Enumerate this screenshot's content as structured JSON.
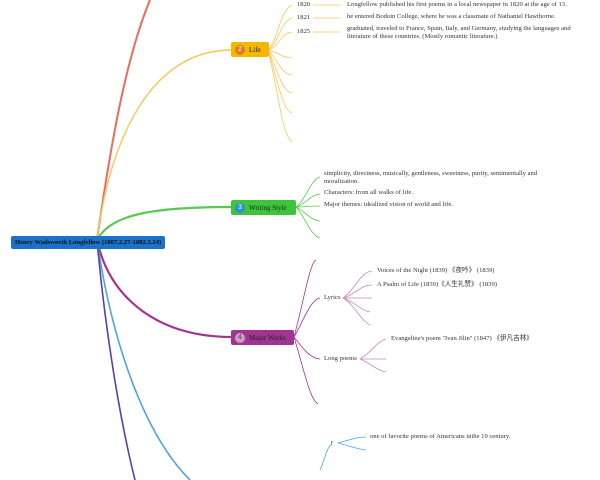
{
  "root": {
    "label": "Henry Wadsworth Longfellow (1807.2.27-1882.3.24)",
    "color": "#1a73c9"
  },
  "branches": {
    "life": {
      "label": "Life",
      "number": "2",
      "color": "#f5b800",
      "line": "#f7c65a"
    },
    "writing": {
      "label": "Writing Style",
      "number": "3",
      "color": "#3ec43a",
      "line": "#57c94e"
    },
    "works": {
      "label": "Major Works",
      "number": "4",
      "color": "#a0358f",
      "line": "#a0358f",
      "badge": "#c9a0c4"
    },
    "top": {
      "line": "#ec6a5e"
    },
    "bottom_blue": {
      "line": "#4da3e6"
    },
    "bottom_purple": {
      "line": "#5a3fa8"
    }
  },
  "life_items": [
    {
      "year": "1820",
      "text": "Longfellow published his first poems in a local newspaper in 1820 at the age of 13."
    },
    {
      "year": "1821",
      "text": "he entered Bodoin College, where he was a classmate of Nathaniel Hawthorne."
    },
    {
      "year": "1825",
      "text": "graduated, traveled to France, Spain, Italy, and Germany, studying the languages and",
      "text2": "literature of these countries. (Mostly romantic literature.)"
    }
  ],
  "writing_items": [
    {
      "text": "simplicity, directness, musically, gentleness, sweetness, purity, sentimentally and",
      "text2": "moralization."
    },
    {
      "text": "Characters: from all walks of life."
    },
    {
      "text": "Major themes: idealized vision of world and life."
    }
  ],
  "works": {
    "lyrics": {
      "label": "Lyrics",
      "items": [
        "Voices of the Night (1839) 《夜吟》 (1839)",
        "A Psalm of Life (1839)《人生礼赞》 (1839)"
      ]
    },
    "long_poems": {
      "label": "Long poems",
      "items": [
        "Evangeline's poem \"Ivan Jilin\" (1847) 《伊凡吉林》"
      ]
    }
  },
  "bottom": {
    "marker": "r",
    "text": "one of favorite poems of Americans inthe 19 century."
  }
}
